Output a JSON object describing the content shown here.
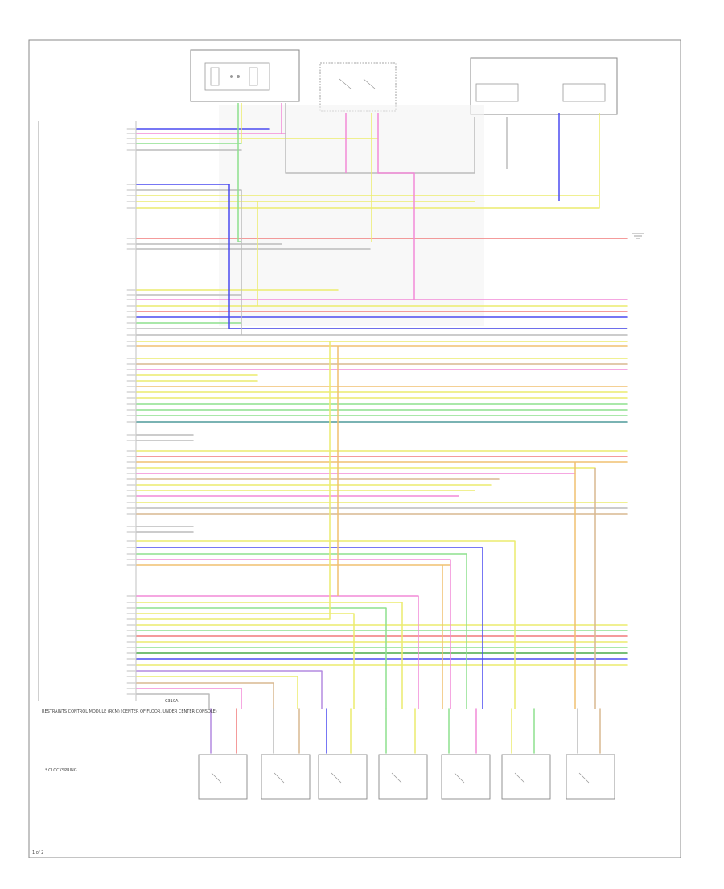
{
  "colors": {
    "pink": "#f28ad7",
    "blue": "#4a4af0",
    "yellow": "#ecec6e",
    "red": "#f07a7a",
    "green": "#8ee08e",
    "gray": "#bcbcbc",
    "orange": "#f0c070",
    "tan": "#d8b890",
    "teal": "#4f9a9a",
    "violet": "#b48ae0",
    "darkgreen": "#4aaa4a"
  },
  "icons": {
    "connector": "rectangle-connector-icon",
    "switch": "switch-contact-icon",
    "ground": "ground-icon"
  },
  "page_label": "1 of 2",
  "components": {
    "module_label": "RESTRAINTS CONTROL MODULE (RCM) (CENTER OF FLOOR, UNDER CENTER CONSOLE)",
    "module_note": "C310A",
    "note_block": "* CLOCKSPRING"
  }
}
